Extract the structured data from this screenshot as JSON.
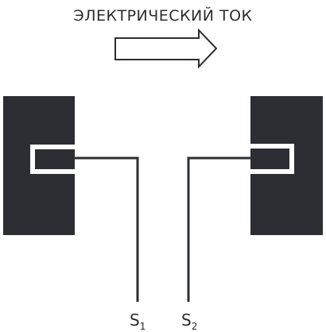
{
  "diagram": {
    "title": "ЭЛЕКТРИЧЕСКИЙ ТОК",
    "labels": {
      "s1_letter": "S",
      "s1_index": "1",
      "s2_letter": "S",
      "s2_index": "2"
    },
    "colors": {
      "block": "#2b2f33",
      "line": "#2b2f33",
      "text": "#2a2d30",
      "background": "#ffffff"
    },
    "arrow_direction": "right"
  }
}
